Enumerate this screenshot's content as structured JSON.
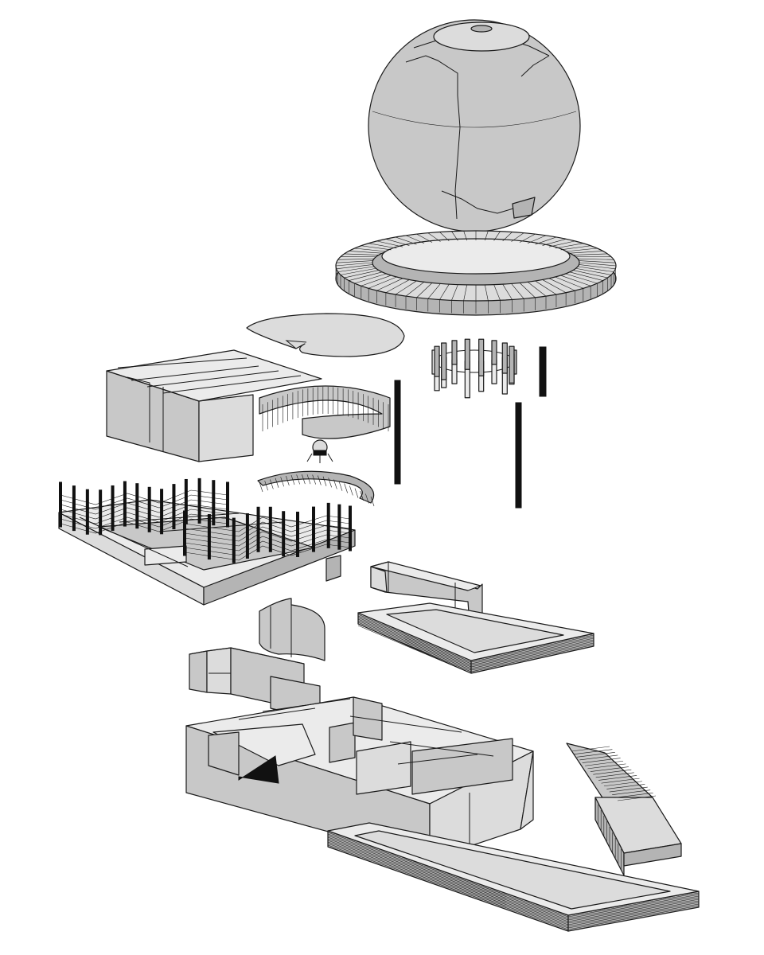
{
  "diagram": {
    "style": "exploded axonometric",
    "colors": {
      "surface": "#c8c8c8",
      "surface_light": "#dcdcdc",
      "surface_dark": "#b4b4b4",
      "line": "#1a1a1a",
      "background": "#ffffff"
    },
    "components": [
      "sphere",
      "ring-base",
      "roof-disc",
      "column-drum",
      "column-short",
      "column-tall-left",
      "column-tall-right",
      "box-volume",
      "curved-wall",
      "small-figure",
      "upper-floor-plate",
      "railings",
      "spiral-stair",
      "curved-panel",
      "bridge-volume",
      "bridge-platform",
      "lower-walls",
      "upper-wall-segment",
      "ground-stair",
      "base-platform"
    ]
  }
}
